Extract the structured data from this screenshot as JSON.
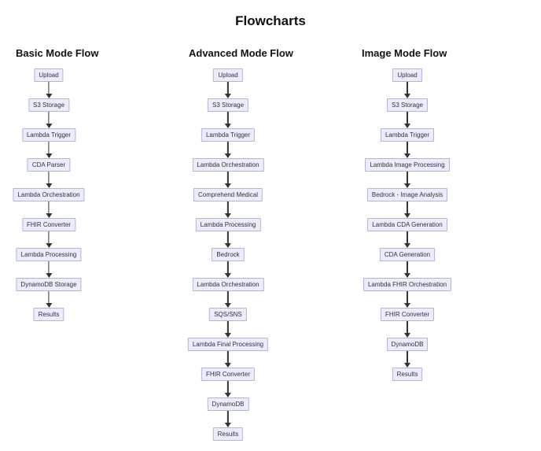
{
  "page": {
    "title": "Flowcharts"
  },
  "colors": {
    "node_fill": "#ECECFF",
    "node_border": "#b3b3dd",
    "edge": "#333333",
    "node_text": "#333333"
  },
  "flowcharts": [
    {
      "title": "Basic Mode Flow",
      "nodes": [
        "Upload",
        "S3 Storage",
        "Lambda Trigger",
        "CDA Parser",
        "Lambda Orchestration",
        "FHIR Converter",
        "Lambda Processing",
        "DynamoDB Storage",
        "Results"
      ]
    },
    {
      "title": "Advanced Mode Flow",
      "nodes": [
        "Upload",
        "S3 Storage",
        "Lambda Trigger",
        "Lambda Orchestration",
        "Comprehend Medical",
        "Lambda Processing",
        "Bedrock",
        "Lambda Orchestration",
        "SQS/SNS",
        "Lambda Final Processing",
        "FHIR Converter",
        "DynamoDB",
        "Results"
      ]
    },
    {
      "title": "Image Mode Flow",
      "nodes": [
        "Upload",
        "S3 Storage",
        "Lambda Trigger",
        "Lambda Image Processing",
        "Bedrock - Image Analysis",
        "Lambda CDA Generation",
        "CDA Generation",
        "Lambda FHIR Orchestration",
        "FHIR Converter",
        "DynamoDB",
        "Results"
      ]
    }
  ]
}
